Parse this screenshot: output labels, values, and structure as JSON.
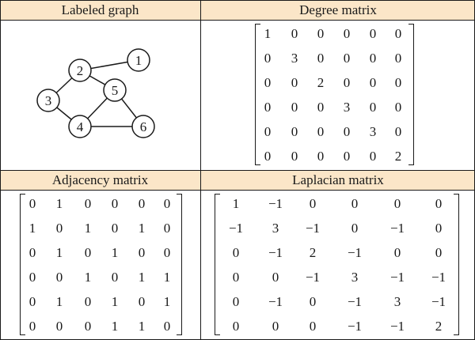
{
  "panels": {
    "labeled_graph": {
      "title": "Labeled graph"
    },
    "degree_matrix": {
      "title": "Degree matrix"
    },
    "adjacency_matrix": {
      "title": "Adjacency matrix"
    },
    "laplacian_matrix": {
      "title": "Laplacian matrix"
    }
  },
  "graph": {
    "nodes": [
      "1",
      "2",
      "3",
      "4",
      "5",
      "6"
    ],
    "edges": [
      [
        "1",
        "2"
      ],
      [
        "2",
        "3"
      ],
      [
        "2",
        "5"
      ],
      [
        "3",
        "4"
      ],
      [
        "4",
        "5"
      ],
      [
        "4",
        "6"
      ],
      [
        "5",
        "6"
      ]
    ]
  },
  "matrices": {
    "degree": [
      [
        "1",
        "0",
        "0",
        "0",
        "0",
        "0"
      ],
      [
        "0",
        "3",
        "0",
        "0",
        "0",
        "0"
      ],
      [
        "0",
        "0",
        "2",
        "0",
        "0",
        "0"
      ],
      [
        "0",
        "0",
        "0",
        "3",
        "0",
        "0"
      ],
      [
        "0",
        "0",
        "0",
        "0",
        "3",
        "0"
      ],
      [
        "0",
        "0",
        "0",
        "0",
        "0",
        "2"
      ]
    ],
    "adjacency": [
      [
        "0",
        "1",
        "0",
        "0",
        "0",
        "0"
      ],
      [
        "1",
        "0",
        "1",
        "0",
        "1",
        "0"
      ],
      [
        "0",
        "1",
        "0",
        "1",
        "0",
        "0"
      ],
      [
        "0",
        "0",
        "1",
        "0",
        "1",
        "1"
      ],
      [
        "0",
        "1",
        "0",
        "1",
        "0",
        "1"
      ],
      [
        "0",
        "0",
        "0",
        "1",
        "1",
        "0"
      ]
    ],
    "laplacian": [
      [
        "1",
        "−1",
        "0",
        "0",
        "0",
        "0"
      ],
      [
        "−1",
        "3",
        "−1",
        "0",
        "−1",
        "0"
      ],
      [
        "0",
        "−1",
        "2",
        "−1",
        "0",
        "0"
      ],
      [
        "0",
        "0",
        "−1",
        "3",
        "−1",
        "−1"
      ],
      [
        "0",
        "−1",
        "0",
        "−1",
        "3",
        "−1"
      ],
      [
        "0",
        "0",
        "0",
        "−1",
        "−1",
        "2"
      ]
    ]
  },
  "colors": {
    "header_background": "#fbe6c8",
    "line": "#1a1a1a"
  }
}
